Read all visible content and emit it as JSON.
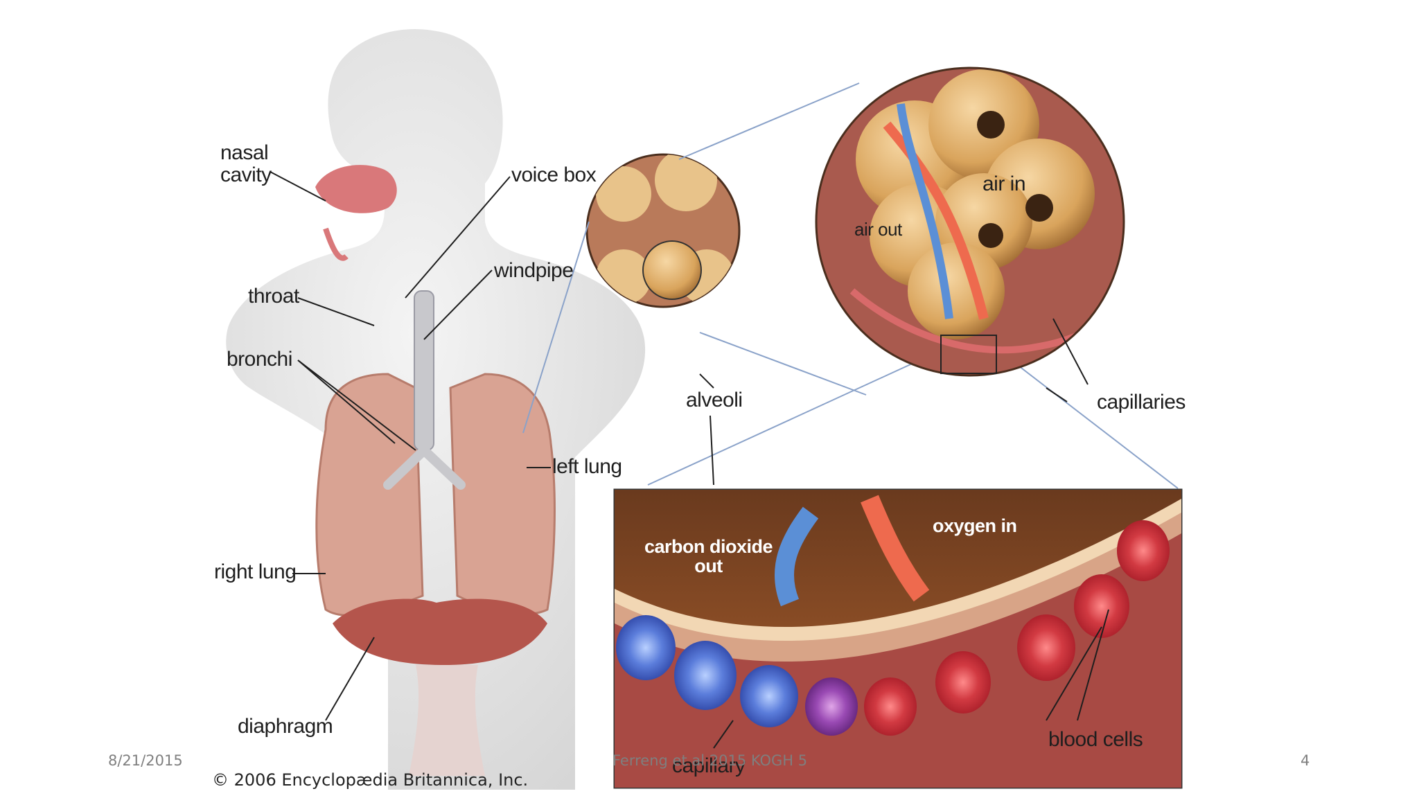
{
  "labels": {
    "nasal_cavity": "nasal\ncavity",
    "voice_box": "voice box",
    "windpipe": "windpipe",
    "throat": "throat",
    "bronchi": "bronchi",
    "left_lung": "left lung",
    "right_lung": "right lung",
    "diaphragm": "diaphragm",
    "alveoli": "alveoli",
    "capillaries": "capillaries",
    "air_in": "air in",
    "air_out": "air out",
    "carbon_dioxide_out": "carbon dioxide\nout",
    "oxygen_in": "oxygen in",
    "capillary": "capillary",
    "blood_cells": "blood cells"
  },
  "copyright": "© 2006 Encyclopædia Britannica, Inc.",
  "footer": {
    "date": "8/21/2015",
    "center": "Ferreng et al 2015 KOGH 5",
    "page": "4"
  },
  "colors": {
    "body": "#e9e9e9",
    "lung": "#d9a393",
    "alveolus": "#d9a45c",
    "oxygen_arrow": "#ee6a4e",
    "co2_arrow": "#5b8fd6",
    "red_cell": "#c8323a",
    "blue_cell": "#4f6fd0"
  }
}
